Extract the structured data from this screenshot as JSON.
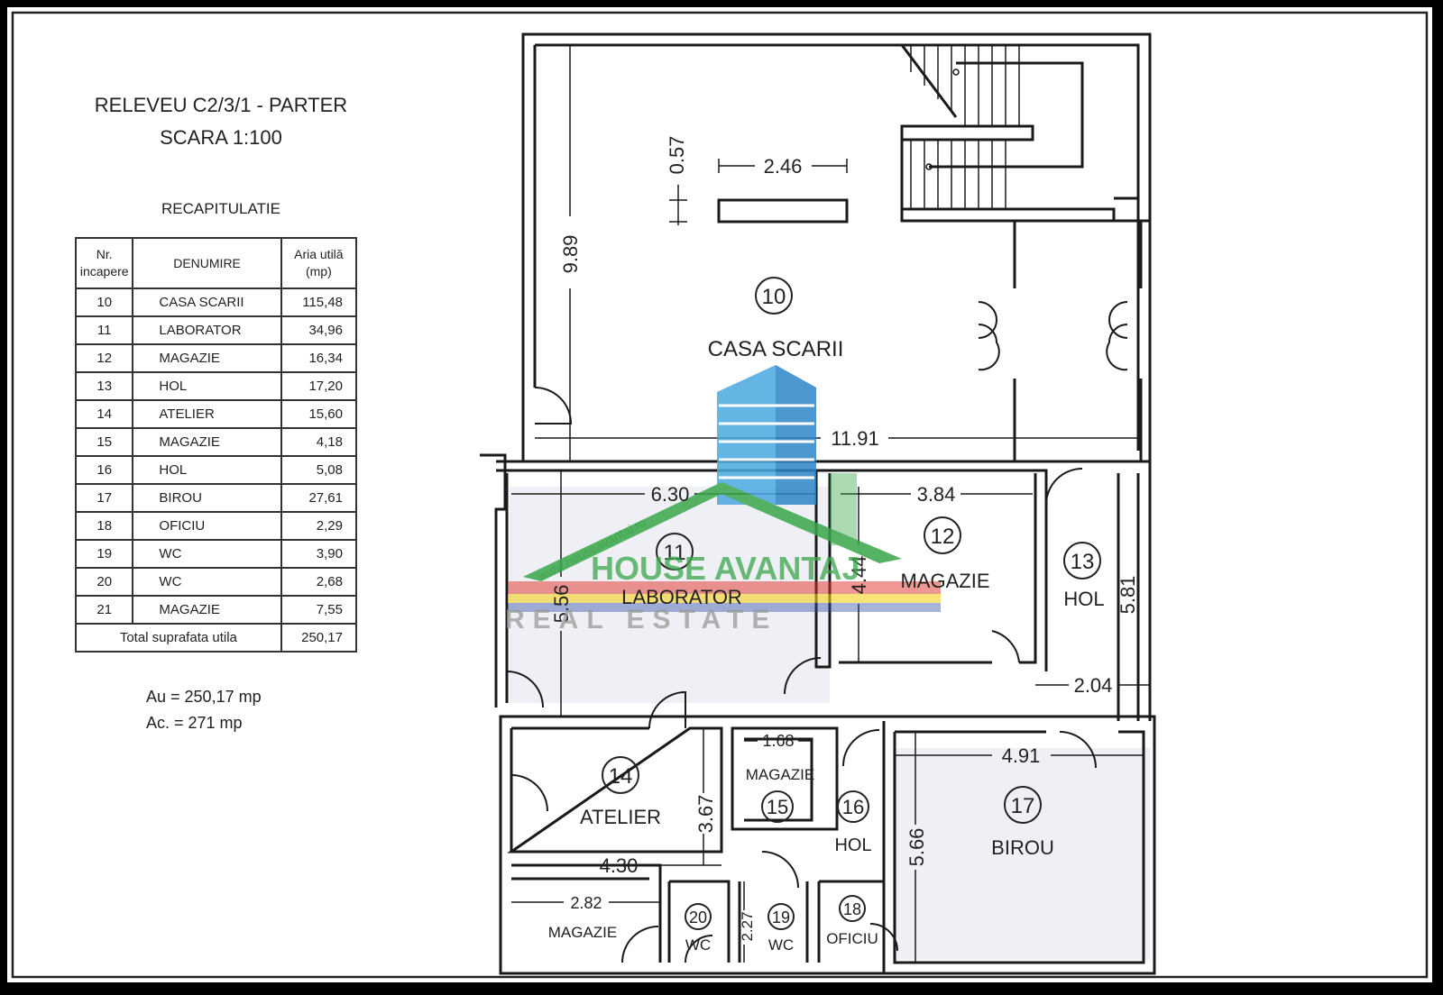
{
  "header": {
    "title_line1": "RELEVEU C2/3/1 - PARTER",
    "title_line2": "SCARA 1:100"
  },
  "summary": {
    "heading": "RECAPITULATIE",
    "columns": [
      "Nr. incapere",
      "DENUMIRE",
      "Aria utilă (mp)"
    ],
    "rows": [
      {
        "nr": "10",
        "name": "CASA SCARII",
        "area": "115,48"
      },
      {
        "nr": "11",
        "name": "LABORATOR",
        "area": "34,96"
      },
      {
        "nr": "12",
        "name": "MAGAZIE",
        "area": "16,34"
      },
      {
        "nr": "13",
        "name": "HOL",
        "area": "17,20"
      },
      {
        "nr": "14",
        "name": "ATELIER",
        "area": "15,60"
      },
      {
        "nr": "15",
        "name": "MAGAZIE",
        "area": "4,18"
      },
      {
        "nr": "16",
        "name": "HOL",
        "area": "5,08"
      },
      {
        "nr": "17",
        "name": "BIROU",
        "area": "27,61"
      },
      {
        "nr": "18",
        "name": "OFICIU",
        "area": "2,29"
      },
      {
        "nr": "19",
        "name": "WC",
        "area": "3,90"
      },
      {
        "nr": "20",
        "name": "WC",
        "area": "2,68"
      },
      {
        "nr": "21",
        "name": "MAGAZIE",
        "area": "7,55"
      }
    ],
    "total_label": "Total suprafata utila",
    "total_area": "250,17",
    "au": "Au = 250,17 mp",
    "ac": "Ac. = 271 mp"
  },
  "plan": {
    "rooms": {
      "r10_num": "10",
      "r10_name": "CASA SCARII",
      "r11_num": "11",
      "r11_name": "LABORATOR",
      "r12_num": "12",
      "r12_name": "MAGAZIE",
      "r13_num": "13",
      "r13_name": "HOL",
      "r14_num": "14",
      "r14_name": "ATELIER",
      "r15_num": "15",
      "r15_name": "MAGAZIE",
      "r16_num": "16",
      "r16_name": "HOL",
      "r17_num": "17",
      "r17_name": "BIROU",
      "r18_num": "18",
      "r18_name": "OFICIU",
      "r19_num": "19",
      "r19_name": "WC",
      "r20_num": "20",
      "r20_name": "WC",
      "r21_name": "MAGAZIE"
    },
    "dims": {
      "d_057": "0.57",
      "d_246": "2.46",
      "d_989": "9.89",
      "d_1191": "11.91",
      "d_630": "6.30",
      "d_384": "3.84",
      "d_444": "4.44",
      "d_556": "5.56",
      "d_581": "5.81",
      "d_204": "2.04",
      "d_168": "1.68",
      "d_491": "4.91",
      "d_367": "3.67",
      "d_430": "4.30",
      "d_566": "5.66",
      "d_282": "2.82",
      "d_227": "2.27"
    }
  },
  "watermark": {
    "brand": "HOUSE AVANTAJ",
    "sub": "REAL ESTATE",
    "url": "www.houseavantaj.ro",
    "colors": {
      "building": "#4aa8e0",
      "roof": "#3aa64a",
      "stripe_red": "#e0342c",
      "stripe_yellow": "#f4d21e",
      "stripe_blue": "#2f4fa8"
    }
  }
}
